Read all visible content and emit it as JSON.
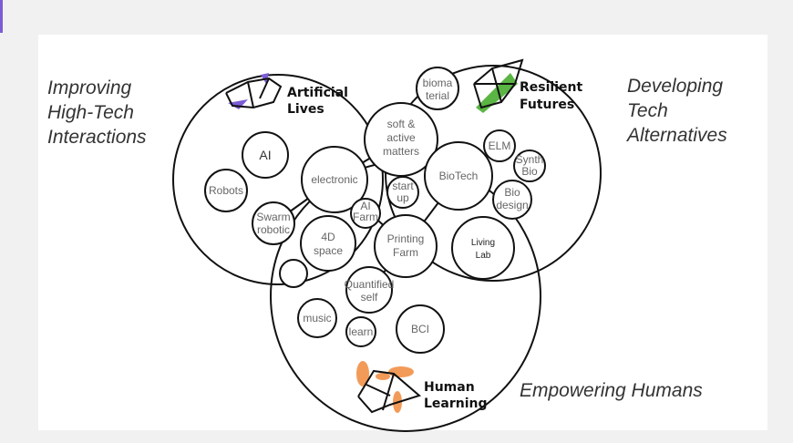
{
  "diagram": {
    "groups": {
      "artificial": {
        "title": [
          "Artificial",
          "Lives"
        ],
        "color": "#7b5cd6"
      },
      "resilient": {
        "title": [
          "Resilient",
          "Futures"
        ],
        "color": "#5bb544"
      },
      "human": {
        "title": [
          "Human",
          "Learning"
        ],
        "color": "#f08a3c"
      }
    },
    "side_labels": {
      "improving": [
        "Improving",
        "High-Tech",
        "Interactions"
      ],
      "developing": [
        "Developing",
        "Tech",
        "Alternatives"
      ],
      "empowering": [
        "Empowering Humans"
      ]
    },
    "nodes": {
      "biomaterial": [
        "bioma",
        "terial"
      ],
      "soft_active": [
        "soft &",
        "active",
        "matters"
      ],
      "ai": [
        "AI"
      ],
      "robots": [
        "Robots"
      ],
      "electronic": [
        "electronic"
      ],
      "biotech": [
        "BioTech"
      ],
      "elm": [
        "ELM"
      ],
      "synthbio": [
        "Synth",
        "Bio"
      ],
      "biodesign": [
        "Bio",
        "design"
      ],
      "startup": [
        "start",
        "up"
      ],
      "aifarm": [
        "AI",
        "Farm"
      ],
      "swarm": [
        "Swarm",
        "robotic"
      ],
      "space4d": [
        "4D",
        "space"
      ],
      "printing": [
        "Printing",
        "Farm"
      ],
      "livinglab": [
        "Living",
        "Lab"
      ],
      "quantified": [
        "Quantified",
        "self"
      ],
      "music": [
        "music"
      ],
      "learn": [
        "learn"
      ],
      "bci": [
        "BCI"
      ]
    }
  }
}
